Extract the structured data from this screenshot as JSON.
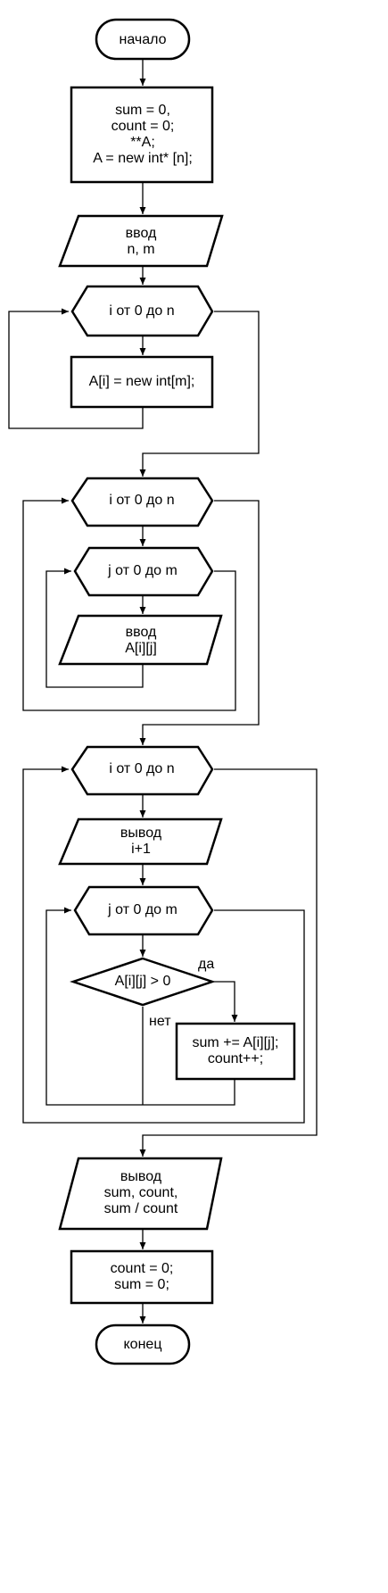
{
  "nodes": {
    "start": "начало",
    "init": [
      "sum = 0,",
      "count = 0;",
      "**A;",
      "A = new int* [n];"
    ],
    "input_nm": [
      "ввод",
      "n, m"
    ],
    "loop1": "i от 0 до n",
    "alloc": "A[i] = new int[m];",
    "loop2_i": "i от 0 до n",
    "loop2_j": "j от 0 до m",
    "input_a": [
      "ввод",
      "A[i][j]"
    ],
    "loop3_i": "i от 0 до n",
    "output_i": [
      "вывод",
      "i+1"
    ],
    "loop3_j": "j от 0 до m",
    "cond": "A[i][j] > 0",
    "accum": [
      "sum += A[i][j];",
      "count++;"
    ],
    "output_result": [
      "вывод",
      "sum, count,",
      "sum / count"
    ],
    "reset": [
      "count = 0;",
      "sum = 0;"
    ],
    "end": "конец"
  },
  "labels": {
    "yes": "да",
    "no": "нет"
  }
}
